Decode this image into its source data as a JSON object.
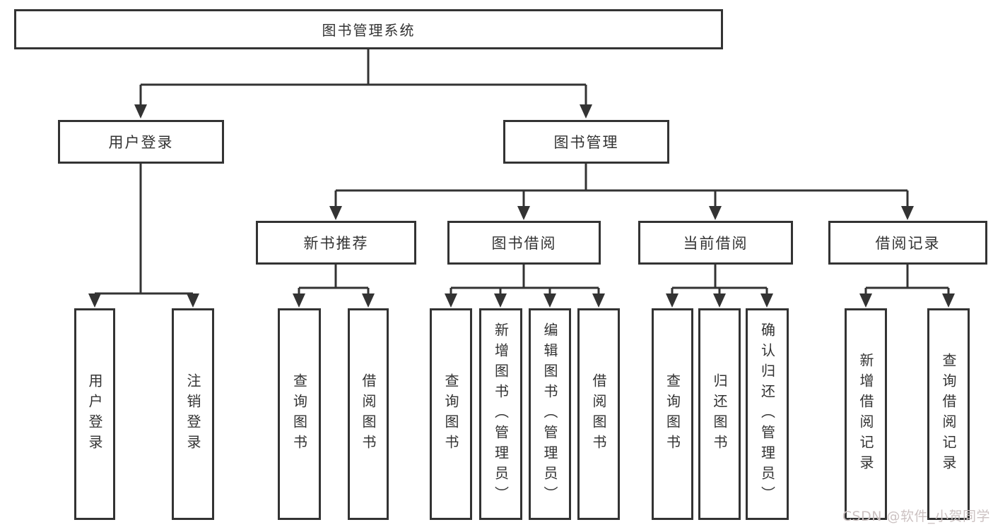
{
  "diagram": {
    "type": "hierarchy-tree",
    "root": {
      "id": "system",
      "label": "图书管理系统"
    },
    "level2": [
      {
        "id": "user-login",
        "parent": "system",
        "label": "用户登录"
      },
      {
        "id": "book-management",
        "parent": "system",
        "label": "图书管理"
      }
    ],
    "level3": [
      {
        "id": "new-book-recommendation",
        "parent": "book-management",
        "label": "新书推荐"
      },
      {
        "id": "book-borrowing",
        "parent": "book-management",
        "label": "图书借阅"
      },
      {
        "id": "current-borrowing",
        "parent": "book-management",
        "label": "当前借阅"
      },
      {
        "id": "borrowing-records",
        "parent": "book-management",
        "label": "借阅记录"
      }
    ],
    "leaves": [
      {
        "id": "leaf-user-login",
        "parent": "user-login",
        "label": "用户登录"
      },
      {
        "id": "leaf-logout",
        "parent": "user-login",
        "label": "注销登录"
      },
      {
        "id": "leaf-query-books-recommend",
        "parent": "new-book-recommendation",
        "label": "查询图书"
      },
      {
        "id": "leaf-borrow-books-recommend",
        "parent": "new-book-recommendation",
        "label": "借阅图书"
      },
      {
        "id": "leaf-query-books-borrowing",
        "parent": "book-borrowing",
        "label": "查询图书"
      },
      {
        "id": "leaf-add-books-admin",
        "parent": "book-borrowing",
        "label": "新增图书（管理员）"
      },
      {
        "id": "leaf-edit-books-admin",
        "parent": "book-borrowing",
        "label": "编辑图书（管理员）"
      },
      {
        "id": "leaf-borrow-books-borrowing",
        "parent": "book-borrowing",
        "label": "借阅图书"
      },
      {
        "id": "leaf-query-books-current",
        "parent": "current-borrowing",
        "label": "查询图书"
      },
      {
        "id": "leaf-return-books",
        "parent": "current-borrowing",
        "label": "归还图书"
      },
      {
        "id": "leaf-confirm-return-admin",
        "parent": "current-borrowing",
        "label": "确认归还（管理员）"
      },
      {
        "id": "leaf-add-borrow-record",
        "parent": "borrowing-records",
        "label": "新增借阅记录"
      },
      {
        "id": "leaf-query-borrow-record",
        "parent": "borrowing-records",
        "label": "查询借阅记录"
      }
    ]
  },
  "watermark": {
    "text": "CSDN @软件_小贺同学",
    "color": "#ccc2c2"
  },
  "colors": {
    "background": "#ffffff",
    "line": "#333333",
    "box_border": "#333333",
    "text": "#333333"
  }
}
